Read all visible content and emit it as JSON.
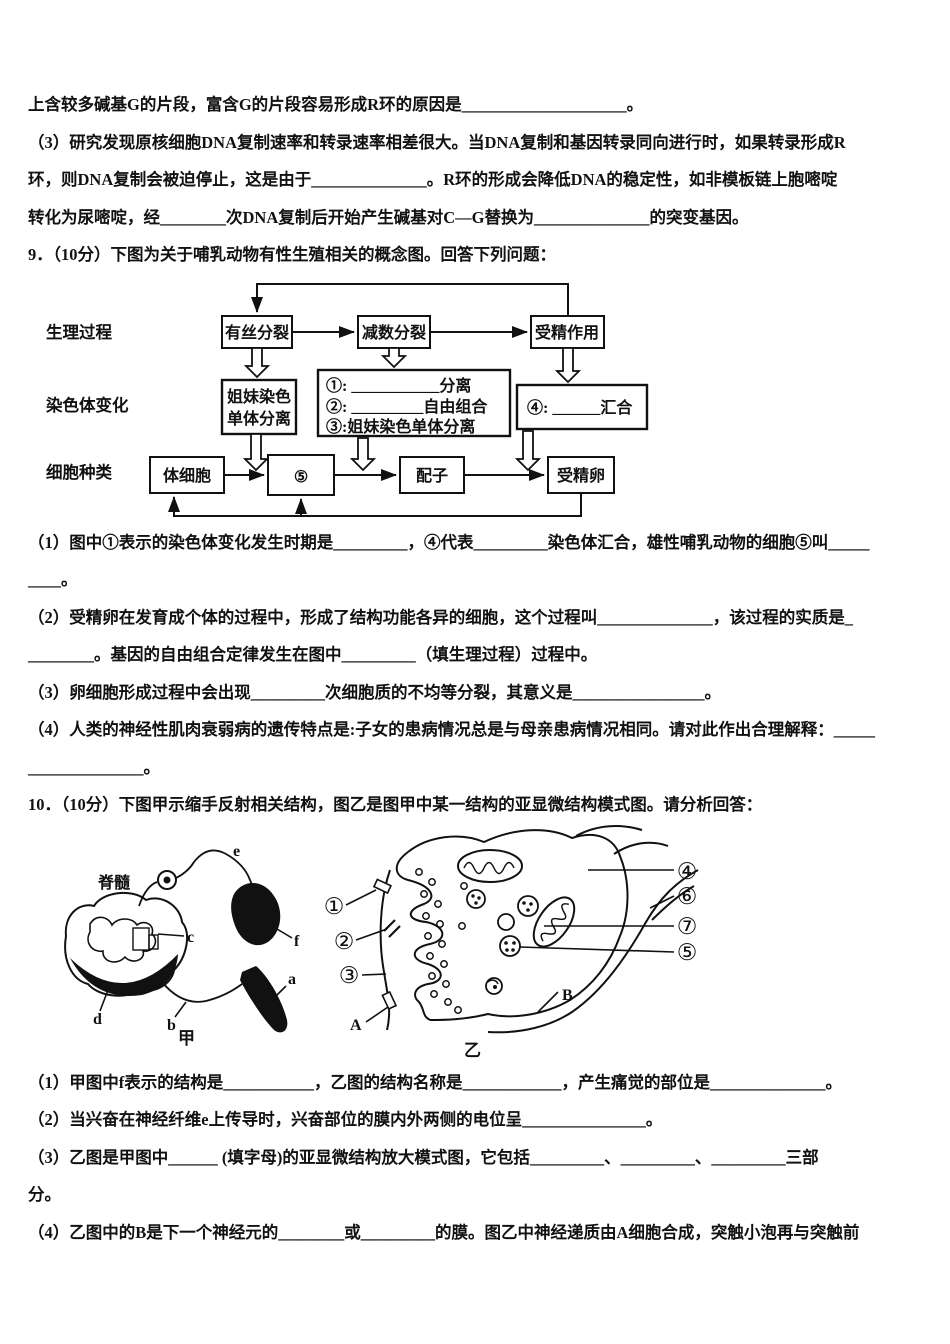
{
  "doc": {
    "intro": [
      "上含较多碱基G的片段，富含G的片段容易形成R环的原因是____________________。",
      "（3）研究发现原核细胞DNA复制速率和转录速率相差很大。当DNA复制和基因转录同向进行时，如果转录形成R",
      "环，则DNA复制会被迫停止，这是由于______________。R环的形成会降低DNA的稳定性，如非模板链上胞嘧啶",
      "转化为尿嘧啶，经________次DNA复制后开始产生碱基对C—G替换为______________的突变基因。"
    ],
    "q9_header": "9．（10分）下图为关于哺乳动物有性生殖相关的概念图。回答下列问题：",
    "flow": {
      "row1_label": "生理过程",
      "row2_label": "染色体变化",
      "row3_label": "细胞种类",
      "mitosis": "有丝分裂",
      "meiosis": "减数分裂",
      "fertilization": "受精作用",
      "sister1": "姐妹染色",
      "sister2": "单体分离",
      "big1": "①: ___________分离",
      "big2": "②: _________自由组合",
      "big3": "③:姐妹染色单体分离",
      "merge": "④: ______汇合",
      "somatic": "体细胞",
      "five": "⑤",
      "gamete": "配子",
      "zygote": "受精卵"
    },
    "q9_lines": [
      "（1）图中①表示的染色体变化发生时期是_________，④代表_________染色体汇合，雄性哺乳动物的细胞⑤叫_____",
      "____。",
      "（2）受精卵在发育成个体的过程中，形成了结构功能各异的细胞，这个过程叫______________，该过程的实质是_",
      "________。基因的自由组合定律发生在图中_________（填生理过程）过程中。",
      "（3）卵细胞形成过程中会出现_________次细胞质的不均等分裂，其意义是________________。",
      "（4）人类的神经性肌肉衰弱病的遗传特点是:子女的患病情况总是与母亲患病情况相同。请对此作出合理解释：_____",
      "______________。"
    ],
    "q10_header": "10．（10分）下图甲示缩手反射相关结构，图乙是图甲中某一结构的亚显微结构模式图。请分析回答：",
    "fig": {
      "jia": {
        "spinal": "脊髓",
        "e": "e",
        "c": "c",
        "f": "f",
        "a": "a",
        "b": "b",
        "d": "d",
        "caption": "甲"
      },
      "yi": {
        "n1": "①",
        "n2": "②",
        "n3": "③",
        "n4": "④",
        "n6": "⑥",
        "n7": "⑦",
        "n5": "⑤",
        "A": "A",
        "B": "B",
        "caption": "乙"
      }
    },
    "q10_lines": [
      "（1）甲图中f表示的结构是___________，乙图的结构名称是____________，产生痛觉的部位是______________。",
      "（2）当兴奋在神经纤维e上传导时，兴奋部位的膜内外两侧的电位呈_______________。",
      "（3）乙图是甲图中______ (填字母)的亚显微结构放大模式图，它包括_________、_________、_________三部",
      "分。",
      "（4）乙图中的B是下一个神经元的________或_________的膜。图乙中神经递质由A细胞合成，突触小泡再与突触前"
    ]
  }
}
